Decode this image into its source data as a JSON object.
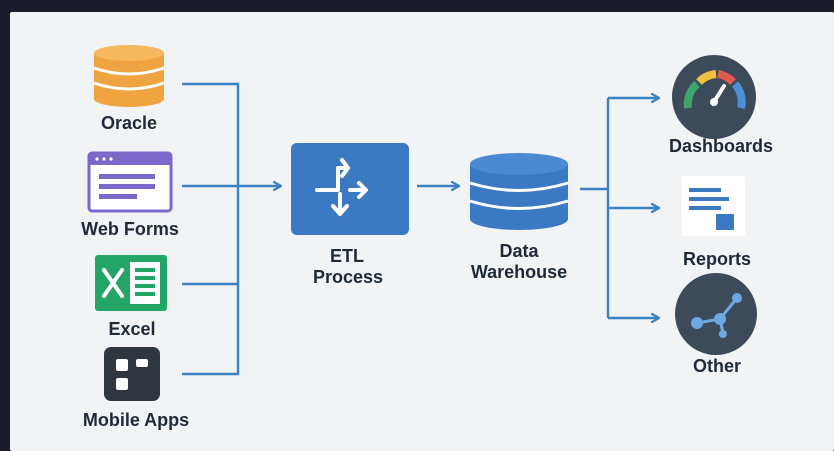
{
  "sources": [
    {
      "label": "Oracle",
      "icon": "database-icon",
      "color": "#f0a341"
    },
    {
      "label": "Web Forms",
      "icon": "web-form-icon",
      "color": "#7b68c9"
    },
    {
      "label": "Excel",
      "icon": "excel-icon",
      "color": "#22a565"
    },
    {
      "label": "Mobile Apps",
      "icon": "mobile-app-icon",
      "color": "#2f3640"
    }
  ],
  "process": {
    "line1": "ETL",
    "line2": "Process",
    "icon": "etl-arrows-icon",
    "color": "#3b79c3"
  },
  "warehouse": {
    "line1": "Data",
    "line2": "Warehouse",
    "icon": "database-icon",
    "color": "#3b79c3"
  },
  "outputs": [
    {
      "label": "Dashboards",
      "icon": "gauge-icon"
    },
    {
      "label": "Reports",
      "icon": "report-icon"
    },
    {
      "label": "Other",
      "icon": "network-icon"
    }
  ],
  "colors": {
    "connector": "#3b82c4",
    "background": "#f1f3f5",
    "frame": "#1a1c2c",
    "dark_circle": "#3d4a5a"
  }
}
